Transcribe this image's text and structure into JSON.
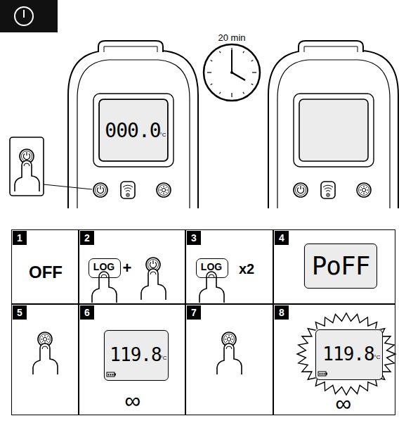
{
  "diagram": {
    "nodes": [
      {
        "text": [
          "000.0",
          "°C"
        ]
      },
      {
        "text": [
          "1",
          "OFF"
        ]
      },
      {
        "text": [
          "2",
          "+"
        ]
      },
      {
        "text": [
          "LOG"
        ],
        "in": 2
      },
      {
        "text": [
          "3",
          "x2"
        ]
      },
      {
        "text": [
          "LOG"
        ],
        "in": 4
      },
      {
        "text": [
          "4"
        ]
      },
      {
        "text": [
          "PoFF"
        ],
        "in": 6
      },
      {
        "text": [
          "5"
        ]
      },
      {
        "text": [
          "6",
          "∞"
        ]
      },
      {
        "text": [
          "119.8",
          "°C"
        ],
        "in": 9
      },
      {
        "text": [
          "7"
        ]
      },
      {
        "text": [
          "8",
          "∞"
        ]
      },
      {
        "text": [
          "119.8",
          "°C"
        ],
        "in": 12
      }
    ],
    "labels": [
      "20 min"
    ]
  }
}
